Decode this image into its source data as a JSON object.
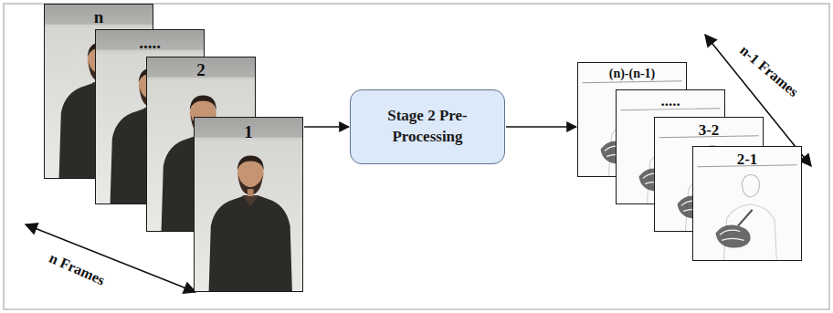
{
  "diagram": {
    "nodes": [
      {
        "text": [
          "n"
        ]
      },
      {
        "text": [
          "....."
        ]
      },
      {
        "text": [
          "2"
        ]
      },
      {
        "text": [
          "1"
        ]
      },
      {
        "text": [
          "Stage 2 Pre-Processing"
        ]
      },
      {
        "text": [
          "(n)-(n-1)"
        ]
      },
      {
        "text": [
          "....."
        ]
      },
      {
        "text": [
          "3-2"
        ]
      },
      {
        "text": [
          "2-1"
        ]
      }
    ],
    "edges": [
      {
        "from": 3,
        "to": 4,
        "arrow": "to"
      },
      {
        "from": 4,
        "to": 5,
        "arrow": "to"
      }
    ],
    "labels": [
      "n Frames",
      "n-1 Frames"
    ]
  }
}
